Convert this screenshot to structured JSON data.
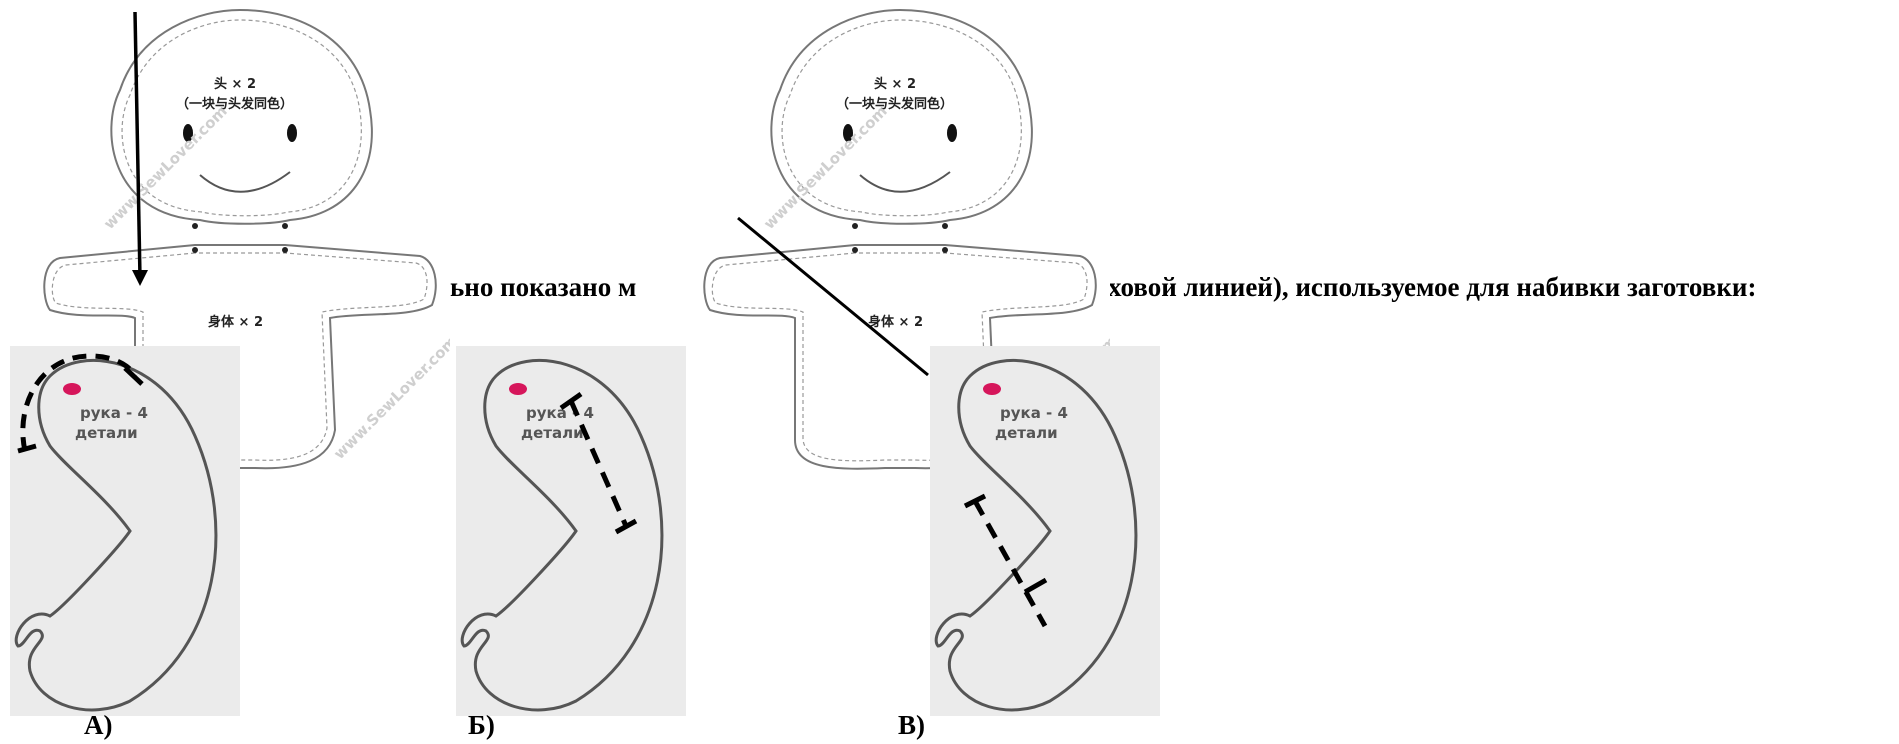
{
  "question": {
    "part1": "ьно показано м",
    "part2": "ховой линией), используемое для набивки заготовки:"
  },
  "pattern": {
    "head_label": "头 × 2",
    "head_sub": "（一块与头发同色）",
    "body_label": "身体 × 2",
    "watermark": "www.SewLover.com"
  },
  "arm": {
    "label_line1": "рука - 4",
    "label_line2": "детали",
    "dot_color": "#d6165b"
  },
  "options": [
    {
      "label": "А)"
    },
    {
      "label": "Б)"
    },
    {
      "label": "В)"
    }
  ]
}
